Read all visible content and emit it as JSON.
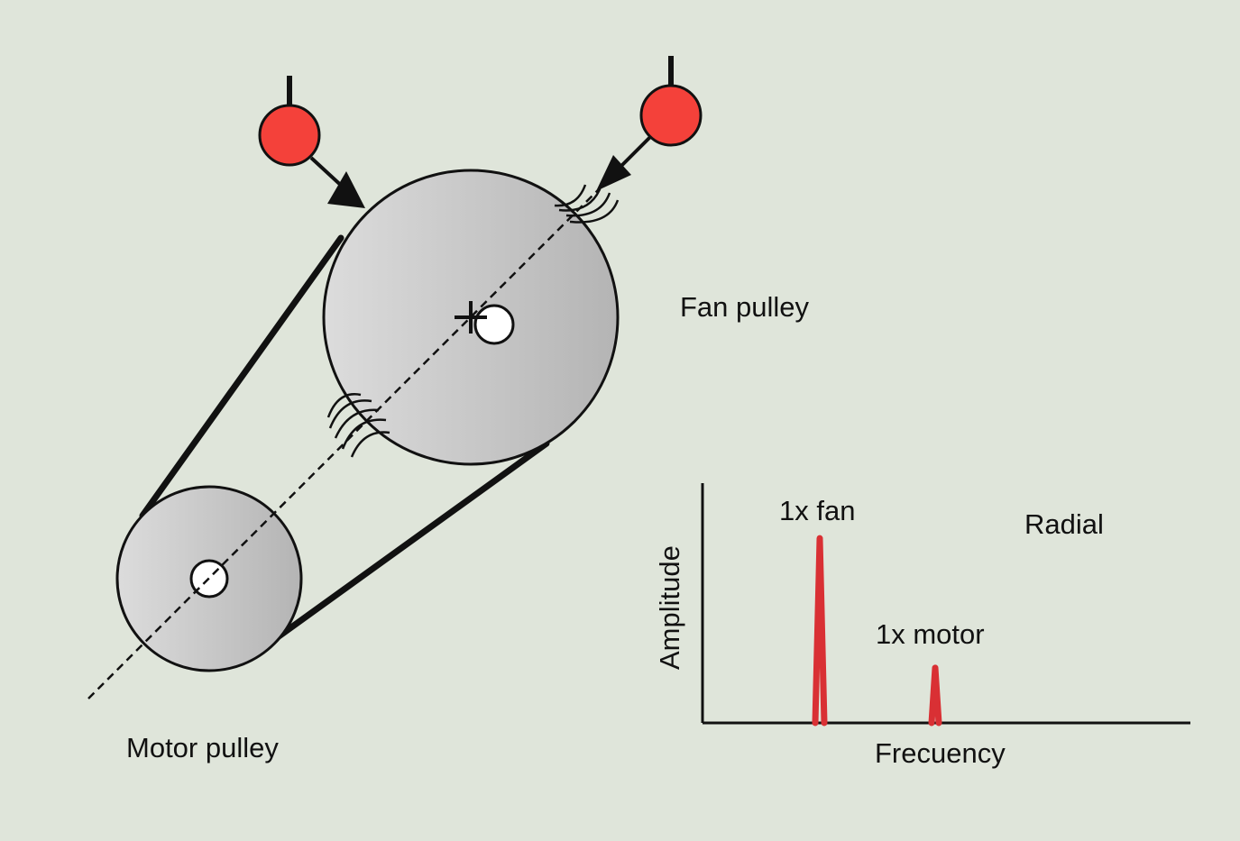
{
  "labels": {
    "fan_pulley": "Fan pulley",
    "motor_pulley": "Motor pulley",
    "peak_fan": "1x fan",
    "peak_motor": "1x motor",
    "direction": "Radial",
    "y_axis": "Amplitude",
    "x_axis": "Frecuency"
  },
  "colors": {
    "background": "#dfe5da",
    "sensor": "#f4413a",
    "peak": "#d93034",
    "outline": "#111111"
  },
  "icons": [
    "vibration-sensor-icon",
    "arrow-icon",
    "center-cross-icon",
    "vibration-wave-icon"
  ],
  "chart_data": {
    "type": "line",
    "title": "",
    "xlabel": "Frecuency",
    "ylabel": "Amplitude",
    "series": [
      {
        "name": "1x fan",
        "relative_amplitude": 0.77
      },
      {
        "name": "1x motor",
        "relative_amplitude": 0.23
      }
    ]
  }
}
